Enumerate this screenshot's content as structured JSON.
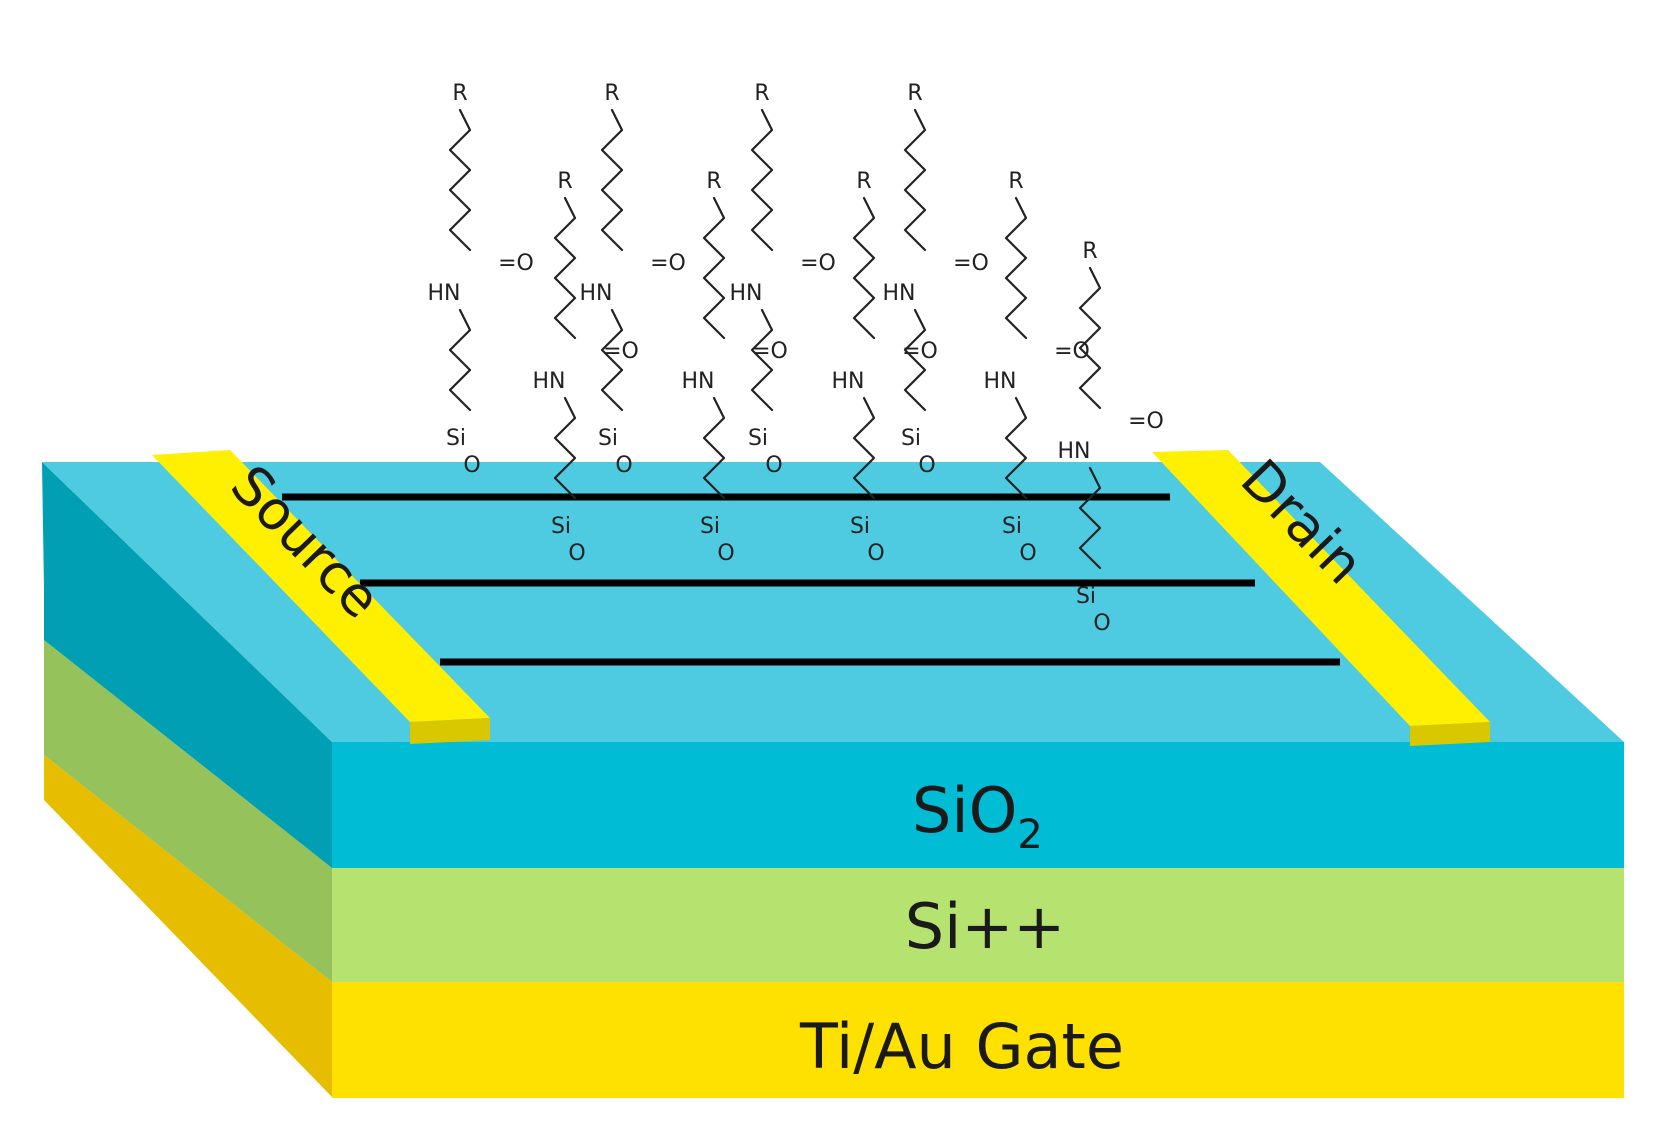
{
  "diagram": {
    "layers": {
      "oxide": {
        "label": "SiO",
        "subscript": "2",
        "color_top": "#4ecbe0",
        "color_front": "#00bcd4",
        "color_side": "#009fb4"
      },
      "silicon": {
        "label": "Si++",
        "color_front": "#b6e36f",
        "color_side": "#95c25a"
      },
      "gate": {
        "label": "Ti/Au Gate",
        "color_front": "#ffe100",
        "color_side": "#e7bd00"
      }
    },
    "electrodes": {
      "source": {
        "label": "Source",
        "color": "#ffef00"
      },
      "drain": {
        "label": "Drain",
        "color": "#ffef00"
      }
    },
    "molecule_atoms": {
      "r_group": "R",
      "amide_nh": "HN",
      "oxygen": "O",
      "silicon": "Si",
      "carbonyl": "=O"
    },
    "nanowire_color": "#000000"
  }
}
